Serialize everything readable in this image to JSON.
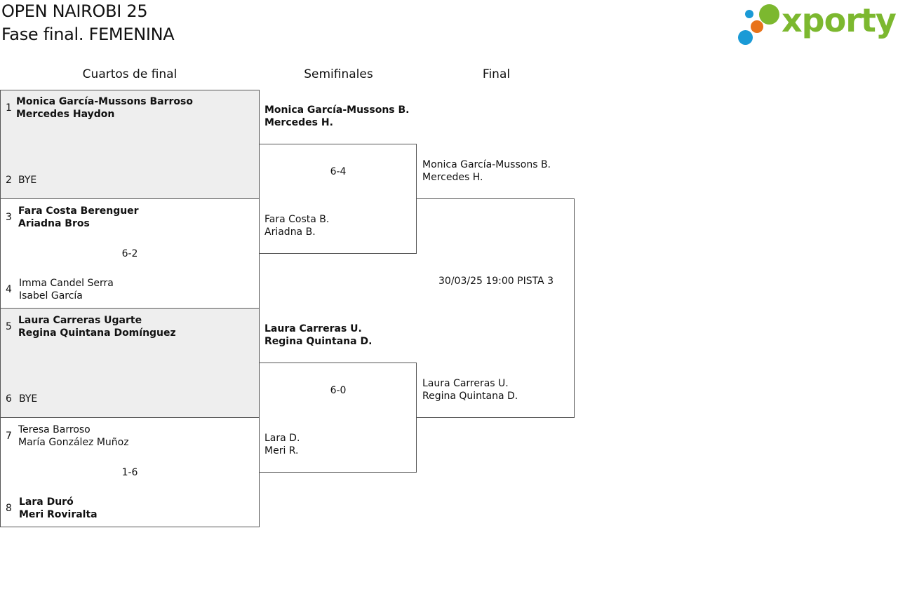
{
  "header": {
    "title_line1": "OPEN NAIROBI 25",
    "title_line2": "Fase final. FEMENINA",
    "logo_text": "xporty",
    "logo_colors": {
      "green": "#7cb82f",
      "blue": "#1a9ad6",
      "orange": "#e8731a"
    }
  },
  "rounds": {
    "quarterfinals": "Cuartos de final",
    "semifinals": "Semifinales",
    "final": "Final"
  },
  "quarterfinals": [
    {
      "top": {
        "seed": "1",
        "line1": "Monica García-Mussons Barroso",
        "line2": "Mercedes Haydon"
      },
      "bottom": {
        "seed": "2",
        "line1": "BYE",
        "line2": ""
      },
      "score": ""
    },
    {
      "top": {
        "seed": "3",
        "line1": "Fara Costa Berenguer",
        "line2": "Ariadna Bros"
      },
      "bottom": {
        "seed": "4",
        "line1": "Imma Candel Serra",
        "line2": "Isabel García"
      },
      "score": "6-2"
    },
    {
      "top": {
        "seed": "5",
        "line1": "Laura Carreras Ugarte",
        "line2": "Regina Quintana Domínguez"
      },
      "bottom": {
        "seed": "6",
        "line1": "BYE",
        "line2": ""
      },
      "score": ""
    },
    {
      "top": {
        "seed": "7",
        "line1": "Teresa Barroso",
        "line2": "María González Muñoz"
      },
      "bottom": {
        "seed": "8",
        "line1": "Lara Duró",
        "line2": "Meri Roviralta"
      },
      "score": "1-6"
    }
  ],
  "semifinals": [
    {
      "top": {
        "line1": "Monica García-Mussons B.",
        "line2": "Mercedes H."
      },
      "bottom": {
        "line1": "Fara Costa B.",
        "line2": "Ariadna B."
      },
      "score": "6-4"
    },
    {
      "top": {
        "line1": "Laura Carreras U.",
        "line2": "Regina Quintana D."
      },
      "bottom": {
        "line1": "Lara D.",
        "line2": "Meri R."
      },
      "score": "6-0"
    }
  ],
  "final": {
    "top": {
      "line1": "Monica García-Mussons B.",
      "line2": "Mercedes H."
    },
    "bottom": {
      "line1": "Laura Carreras U.",
      "line2": "Regina Quintana D."
    },
    "schedule": "30/03/25 19:00 PISTA 3"
  }
}
